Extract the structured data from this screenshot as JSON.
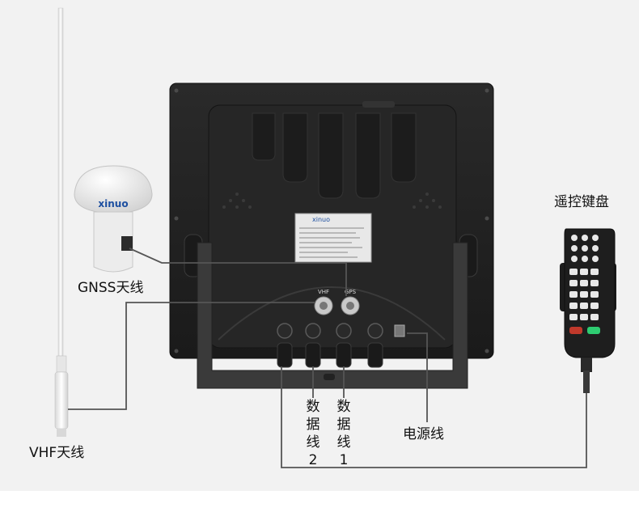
{
  "labels": {
    "remote_keyboard": "遥控键盘",
    "gnss_antenna": "GNSS天线",
    "vhf_antenna": "VHF天线",
    "power_cable": "电源线",
    "data_cable_2": [
      "数",
      "据",
      "线",
      "2"
    ],
    "data_cable_1": [
      "数",
      "据",
      "线",
      "1"
    ]
  },
  "device": {
    "logo": "xinuo",
    "port_vhf": "VHF",
    "port_gps": "GPS",
    "nameplate_logo": "xinuo"
  },
  "colors": {
    "background": "#f2f2f2",
    "device_body": "#1e1e1e",
    "cable_line": "#555555",
    "remote_red_key": "#c0392b",
    "remote_green_key": "#2ecc71"
  }
}
